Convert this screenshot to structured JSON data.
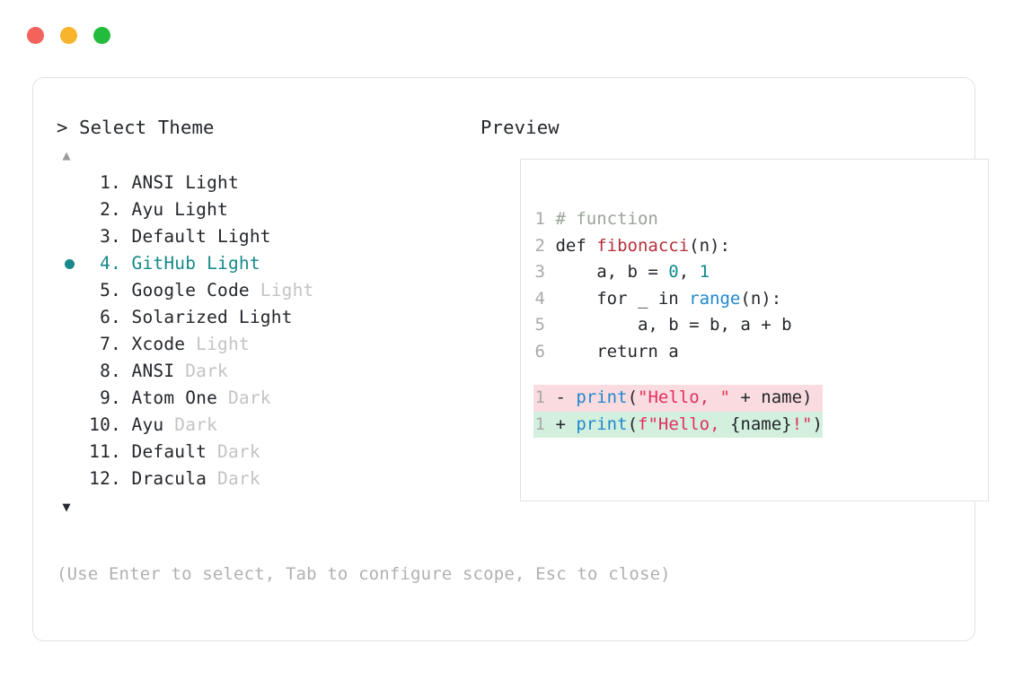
{
  "window": {
    "dots": [
      {
        "name": "close",
        "color": "#f4625c"
      },
      {
        "name": "minimize",
        "color": "#f7b42c"
      },
      {
        "name": "maximize",
        "color": "#22bb3c"
      }
    ]
  },
  "left": {
    "prompt_symbol": ">",
    "title": "Select Theme",
    "scroll_up_icon": "▲",
    "scroll_down_icon": "▼",
    "selected_index": 4,
    "accent_color": "#16898a",
    "items": [
      {
        "index": "1.",
        "name": "ANSI",
        "suffix": "Light",
        "suffix_dim": false,
        "selected": false
      },
      {
        "index": "2.",
        "name": "Ayu",
        "suffix": "Light",
        "suffix_dim": false,
        "selected": false
      },
      {
        "index": "3.",
        "name": "Default",
        "suffix": "Light",
        "suffix_dim": false,
        "selected": false
      },
      {
        "index": "4.",
        "name": "GitHub",
        "suffix": "Light",
        "suffix_dim": false,
        "selected": true
      },
      {
        "index": "5.",
        "name": "Google Code",
        "suffix": "Light",
        "suffix_dim": true,
        "selected": false
      },
      {
        "index": "6.",
        "name": "Solarized",
        "suffix": "Light",
        "suffix_dim": false,
        "selected": false
      },
      {
        "index": "7.",
        "name": "Xcode",
        "suffix": "Light",
        "suffix_dim": true,
        "selected": false
      },
      {
        "index": "8.",
        "name": "ANSI",
        "suffix": "Dark",
        "suffix_dim": true,
        "selected": false
      },
      {
        "index": "9.",
        "name": "Atom One",
        "suffix": "Dark",
        "suffix_dim": true,
        "selected": false
      },
      {
        "index": "10.",
        "name": "Ayu",
        "suffix": "Dark",
        "suffix_dim": true,
        "selected": false
      },
      {
        "index": "11.",
        "name": "Default",
        "suffix": "Dark",
        "suffix_dim": true,
        "selected": false
      },
      {
        "index": "12.",
        "name": "Dracula",
        "suffix": "Dark",
        "suffix_dim": true,
        "selected": false
      }
    ]
  },
  "right": {
    "title": "Preview",
    "code_lines": [
      {
        "num": "1",
        "tokens": [
          {
            "t": "# function",
            "c": "comment"
          }
        ]
      },
      {
        "num": "2",
        "tokens": [
          {
            "t": "def ",
            "c": "kw"
          },
          {
            "t": "fibonacci",
            "c": "fn"
          },
          {
            "t": "(n):",
            "c": "plain"
          }
        ]
      },
      {
        "num": "3",
        "tokens": [
          {
            "t": "    a, b = ",
            "c": "plain"
          },
          {
            "t": "0",
            "c": "num"
          },
          {
            "t": ", ",
            "c": "plain"
          },
          {
            "t": "1",
            "c": "num"
          }
        ]
      },
      {
        "num": "4",
        "tokens": [
          {
            "t": "    for _ in ",
            "c": "plain"
          },
          {
            "t": "range",
            "c": "builtin"
          },
          {
            "t": "(n):",
            "c": "plain"
          }
        ]
      },
      {
        "num": "5",
        "tokens": [
          {
            "t": "        a, b = b, a + b",
            "c": "plain"
          }
        ]
      },
      {
        "num": "6",
        "tokens": [
          {
            "t": "    return a",
            "c": "plain"
          }
        ]
      }
    ],
    "diff_lines": [
      {
        "num": "1",
        "kind": "del",
        "sign": "-",
        "bg": "#fadce0",
        "tokens": [
          {
            "t": "print",
            "c": "builtin"
          },
          {
            "t": "(",
            "c": "plain"
          },
          {
            "t": "\"Hello, \"",
            "c": "str"
          },
          {
            "t": " + name)",
            "c": "plain"
          }
        ]
      },
      {
        "num": "1",
        "kind": "add",
        "sign": "+",
        "bg": "#d3f0de",
        "tokens": [
          {
            "t": "print",
            "c": "builtin"
          },
          {
            "t": "(",
            "c": "plain"
          },
          {
            "t": "f\"Hello, ",
            "c": "str"
          },
          {
            "t": "{name}",
            "c": "plain"
          },
          {
            "t": "!\"",
            "c": "str"
          },
          {
            "t": ")",
            "c": "plain"
          }
        ]
      }
    ]
  },
  "footer": {
    "hint": "(Use Enter to select, Tab to configure scope, Esc to close)"
  }
}
